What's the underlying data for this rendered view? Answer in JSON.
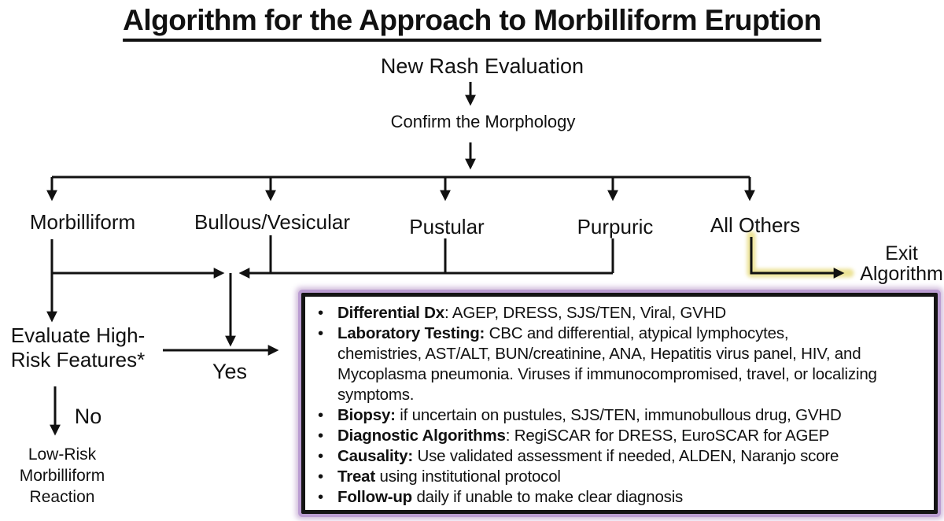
{
  "title": "Algorithm for the Approach to Morbilliform Eruption",
  "nodes": {
    "start": "New Rash Evaluation",
    "confirm": "Confirm the Morphology",
    "branches": [
      "Morbilliform",
      "Bullous/Vesicular",
      "Pustular",
      "Purpuric",
      "All Others"
    ],
    "exit": "Exit\nAlgorithm",
    "evaluate": "Evaluate High-\nRisk Features*",
    "yes_label": "Yes",
    "no_label": "No",
    "low_risk": "Low-Risk\nMorbilliform\nReaction"
  },
  "action_box": {
    "bullets": [
      {
        "bold": "Differential Dx",
        "rest": ": AGEP, DRESS, SJS/TEN, Viral, GVHD"
      },
      {
        "bold": "Laboratory Testing:",
        "rest": " CBC and differential, atypical lymphocytes,\nchemistries, AST/ALT, BUN/creatinine, ANA, Hepatitis virus panel, HIV, and\nMycoplasma pneumonia. Viruses if immunocompromised, travel, or localizing\nsymptoms."
      },
      {
        "bold": "Biopsy:",
        "rest": " if uncertain on pustules, SJS/TEN, immunobullous drug, GVHD"
      },
      {
        "bold": "Diagnostic Algorithms",
        "rest": ": RegiSCAR for DRESS, EuroSCAR for AGEP"
      },
      {
        "bold": "Causality:",
        "rest": " Use validated assessment if needed, ALDEN, Naranjo score"
      },
      {
        "bold": "Treat",
        "rest": " using institutional protocol"
      },
      {
        "bold": "Follow-up",
        "rest": " daily if unable to make clear diagnosis"
      }
    ]
  },
  "colors": {
    "red_highlight": "#ee8383",
    "blue_highlight": "#6f8fd6",
    "yellow_highlight": "#e7db7c",
    "purple_highlight": "#9668b0",
    "gray_highlight": "#b3b3b3",
    "box_glow": "#bb9dd2",
    "line": "#111111"
  }
}
